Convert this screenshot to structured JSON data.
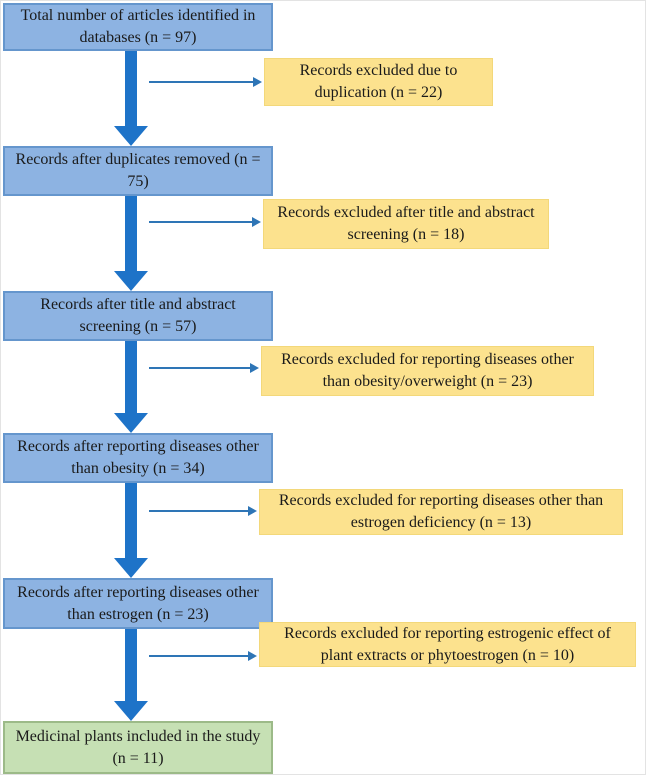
{
  "figure": {
    "type": "flowchart",
    "description": "Literature screening flow diagram (PRISMA-style)",
    "main_flow": [
      {
        "label": "Total number of articles identified in databases (n = 97)",
        "count": 97
      },
      {
        "label": "Records after duplicates removed (n = 75)",
        "count": 75
      },
      {
        "label": "Records after title and abstract screening (n = 57)",
        "count": 57
      },
      {
        "label": "Records after reporting diseases other than obesity (n = 34)",
        "count": 34
      },
      {
        "label": "Records after reporting diseases other than estrogen (n = 23)",
        "count": 23
      },
      {
        "label": "Medicinal plants included in the study (n = 11)",
        "count": 11
      }
    ],
    "exclusions": [
      {
        "label": "Records excluded due to duplication (n = 22)",
        "count": 22
      },
      {
        "label": "Records excluded after title and abstract screening (n = 18)",
        "count": 18
      },
      {
        "label": "Records excluded for reporting diseases other than obesity/overweight (n = 23)",
        "count": 23
      },
      {
        "label": "Records excluded for reporting diseases other than estrogen deficiency (n = 13)",
        "count": 13
      },
      {
        "label": "Records excluded for reporting estrogenic effect of plant extracts or phytoestrogen (n = 10)",
        "count": 10
      }
    ],
    "colors": {
      "node-fill": "#8db3e2",
      "node-border": "#6596cd",
      "exclusion-fill": "#fce28e",
      "exclusion-border": "#f3d87a",
      "final-fill": "#c6e0b4",
      "final-border": "#9cba88",
      "arrow-main": "#1e73c8",
      "arrow-branch": "#2e75b6",
      "text": "#1a1a1a"
    }
  }
}
